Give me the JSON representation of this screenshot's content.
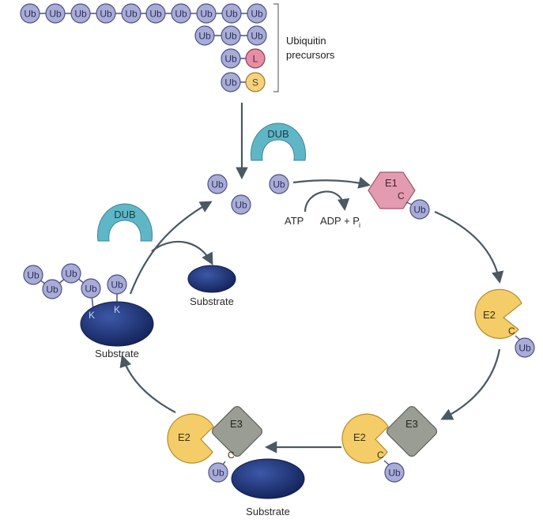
{
  "diagram": {
    "ubiquitin_precursors_label": [
      "Ubiquitin",
      "precursors"
    ],
    "ub": "Ub",
    "l": "L",
    "s": "S",
    "k": "K",
    "c": "C",
    "dub": "DUB",
    "e1": "E1",
    "e2": "E2",
    "e3": "E3",
    "atp": "ATP",
    "adp": "ADP + P",
    "adp_sub": "i",
    "substrate": "Substrate"
  },
  "colors": {
    "ub_fill": "#a9add6",
    "ub_stroke": "#4b4f8a",
    "dub": "#5fb6c6",
    "e1": "#e29bb0",
    "e2": "#f4cd69",
    "e3": "#9a9d93",
    "substrate": "#1f3479",
    "l_fill": "#e58ea6",
    "s_fill": "#f6d27f"
  }
}
